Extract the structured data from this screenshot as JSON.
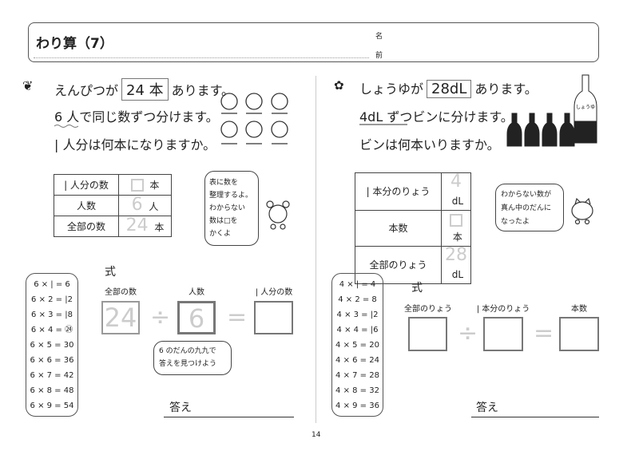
{
  "header": {
    "title": "わり算（7）",
    "name_label_1": "名",
    "name_label_2": "前"
  },
  "page_number": "14",
  "left": {
    "icon": "sprout-icon",
    "line1_pre": "えんぴつが",
    "line1_box": "24 本",
    "line1_post": "あります。",
    "line2": "6 人で同じ数ずつ分けます。",
    "line3": "| 人分は何本になりますか。",
    "table": [
      {
        "label": "| 人分の数",
        "value": "",
        "unit": "本"
      },
      {
        "label": "人数",
        "value": "6",
        "unit": "人"
      },
      {
        "label": "全部の数",
        "value": "24",
        "unit": "本"
      }
    ],
    "bubble": [
      "表に数を",
      "整理するよ。",
      "わからない",
      "数は□を",
      "かくよ"
    ],
    "mult_table": [
      "6 × | =  6",
      "6 × 2 = |2",
      "6 × 3 = |8",
      "6 × 4 = ㉔",
      "6 × 5 = 30",
      "6 × 6 = 36",
      "6 × 7 = 42",
      "6 × 8 = 48",
      "6 × 9 = 54"
    ],
    "shiki": "式",
    "eq_labels": [
      "全部の数",
      "人数",
      "| 人分の数"
    ],
    "eq_values": [
      "24",
      "6",
      ""
    ],
    "div_sign": "÷",
    "eq_sign": "=",
    "hint": [
      "6 のだんの九九で",
      "答えを見つけよう"
    ],
    "answer_label": "答え"
  },
  "right": {
    "icon": "flower-icon",
    "line1_pre": "しょうゆが",
    "line1_box": "28dL",
    "line1_post": "あります。",
    "line2": "4dL ずつビンに分けます。",
    "line3": "ビンは何本いりますか。",
    "bottle_label": "しょうゆ",
    "table": [
      {
        "label": "| 本分のりょう",
        "value": "4",
        "unit": "dL"
      },
      {
        "label": "本数",
        "value": "",
        "unit": "本"
      },
      {
        "label": "全部のりょう",
        "value": "28",
        "unit": "dL"
      }
    ],
    "bubble": [
      "わからない数が",
      "真ん中のだんに",
      "なったよ"
    ],
    "mult_table": [
      "4 × | =  4",
      "4 × 2 =  8",
      "4 × 3 = |2",
      "4 × 4 = |6",
      "4 × 5 = 20",
      "4 × 6 = 24",
      "4 × 7 = 28",
      "4 × 8 = 32",
      "4 × 9 = 36"
    ],
    "shiki": "式",
    "eq_labels": [
      "全部のりょう",
      "| 本分のりょう",
      "本数"
    ],
    "div_sign": "÷",
    "eq_sign": "=",
    "answer_label": "答え"
  }
}
